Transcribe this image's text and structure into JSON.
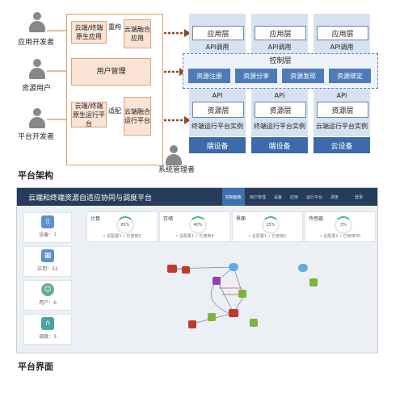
{
  "architecture": {
    "actors": [
      {
        "label": "应用开发者"
      },
      {
        "label": "资源用户"
      },
      {
        "label": "平台开发者"
      },
      {
        "label": "系统管理者"
      }
    ],
    "left_boxes": {
      "native_app": "云端/终端原生应用",
      "refactor_label": "重构",
      "fusion_app": "云端融合应用",
      "user_mgmt": "用户管理",
      "native_platform": "云端/终端原生运行平台",
      "adapt_label": "适配",
      "fusion_platform": "云端融合运行平台"
    },
    "columns": [
      {
        "app_layer": "应用层",
        "api_top": "API调用",
        "api_bottom": "API",
        "resource_layer": "资源层",
        "runtime": "终端运行平台实例",
        "device": "端设备"
      },
      {
        "app_layer": "应用层",
        "api_top": "API调用",
        "api_bottom": "API",
        "resource_layer": "资源层",
        "runtime": "终端运行平台实例",
        "device": "端设备"
      },
      {
        "app_layer": "应用层",
        "api_top": "API调用",
        "api_bottom": "API",
        "resource_layer": "资源层",
        "runtime": "云端运行平台实例",
        "device": "云设备"
      }
    ],
    "control_layer": {
      "title": "控制层",
      "services": [
        "资源注册",
        "资源分享",
        "资源发现",
        "资源绑定"
      ]
    },
    "section_title": "平台架构"
  },
  "interface": {
    "app_title": "云端和终端资源自适应协同与调度平台",
    "nav": [
      "控制面板",
      "用户管理",
      "设备",
      "应用",
      "运行平台",
      "调度",
      "登录"
    ],
    "sidebar": [
      {
        "label": "设备：7",
        "icon": "device-icon"
      },
      {
        "label": "应用：52",
        "icon": "grid-icon"
      },
      {
        "label": "用户：6",
        "icon": "user-icon"
      },
      {
        "label": "调度：3",
        "icon": "schedule-icon"
      }
    ],
    "cards": [
      {
        "title": "计算",
        "pct": "65%",
        "sub": "• 总配置3 • 已使用5"
      },
      {
        "title": "存储",
        "pct": "40%",
        "sub": "• 总配置1 • 已使用4"
      },
      {
        "title": "界面",
        "pct": "25%",
        "sub": "• 总配置1 • 已使用1"
      },
      {
        "title": "传感器",
        "pct": "3%",
        "sub": "• 总配置1 • 已使用30"
      }
    ],
    "section_title": "平台界面"
  },
  "colors": {
    "peach": "#f8e3d4",
    "blue_dark": "#3d6ba9",
    "column_bg": "#d7e2f1",
    "topbar": "#263c5b"
  }
}
